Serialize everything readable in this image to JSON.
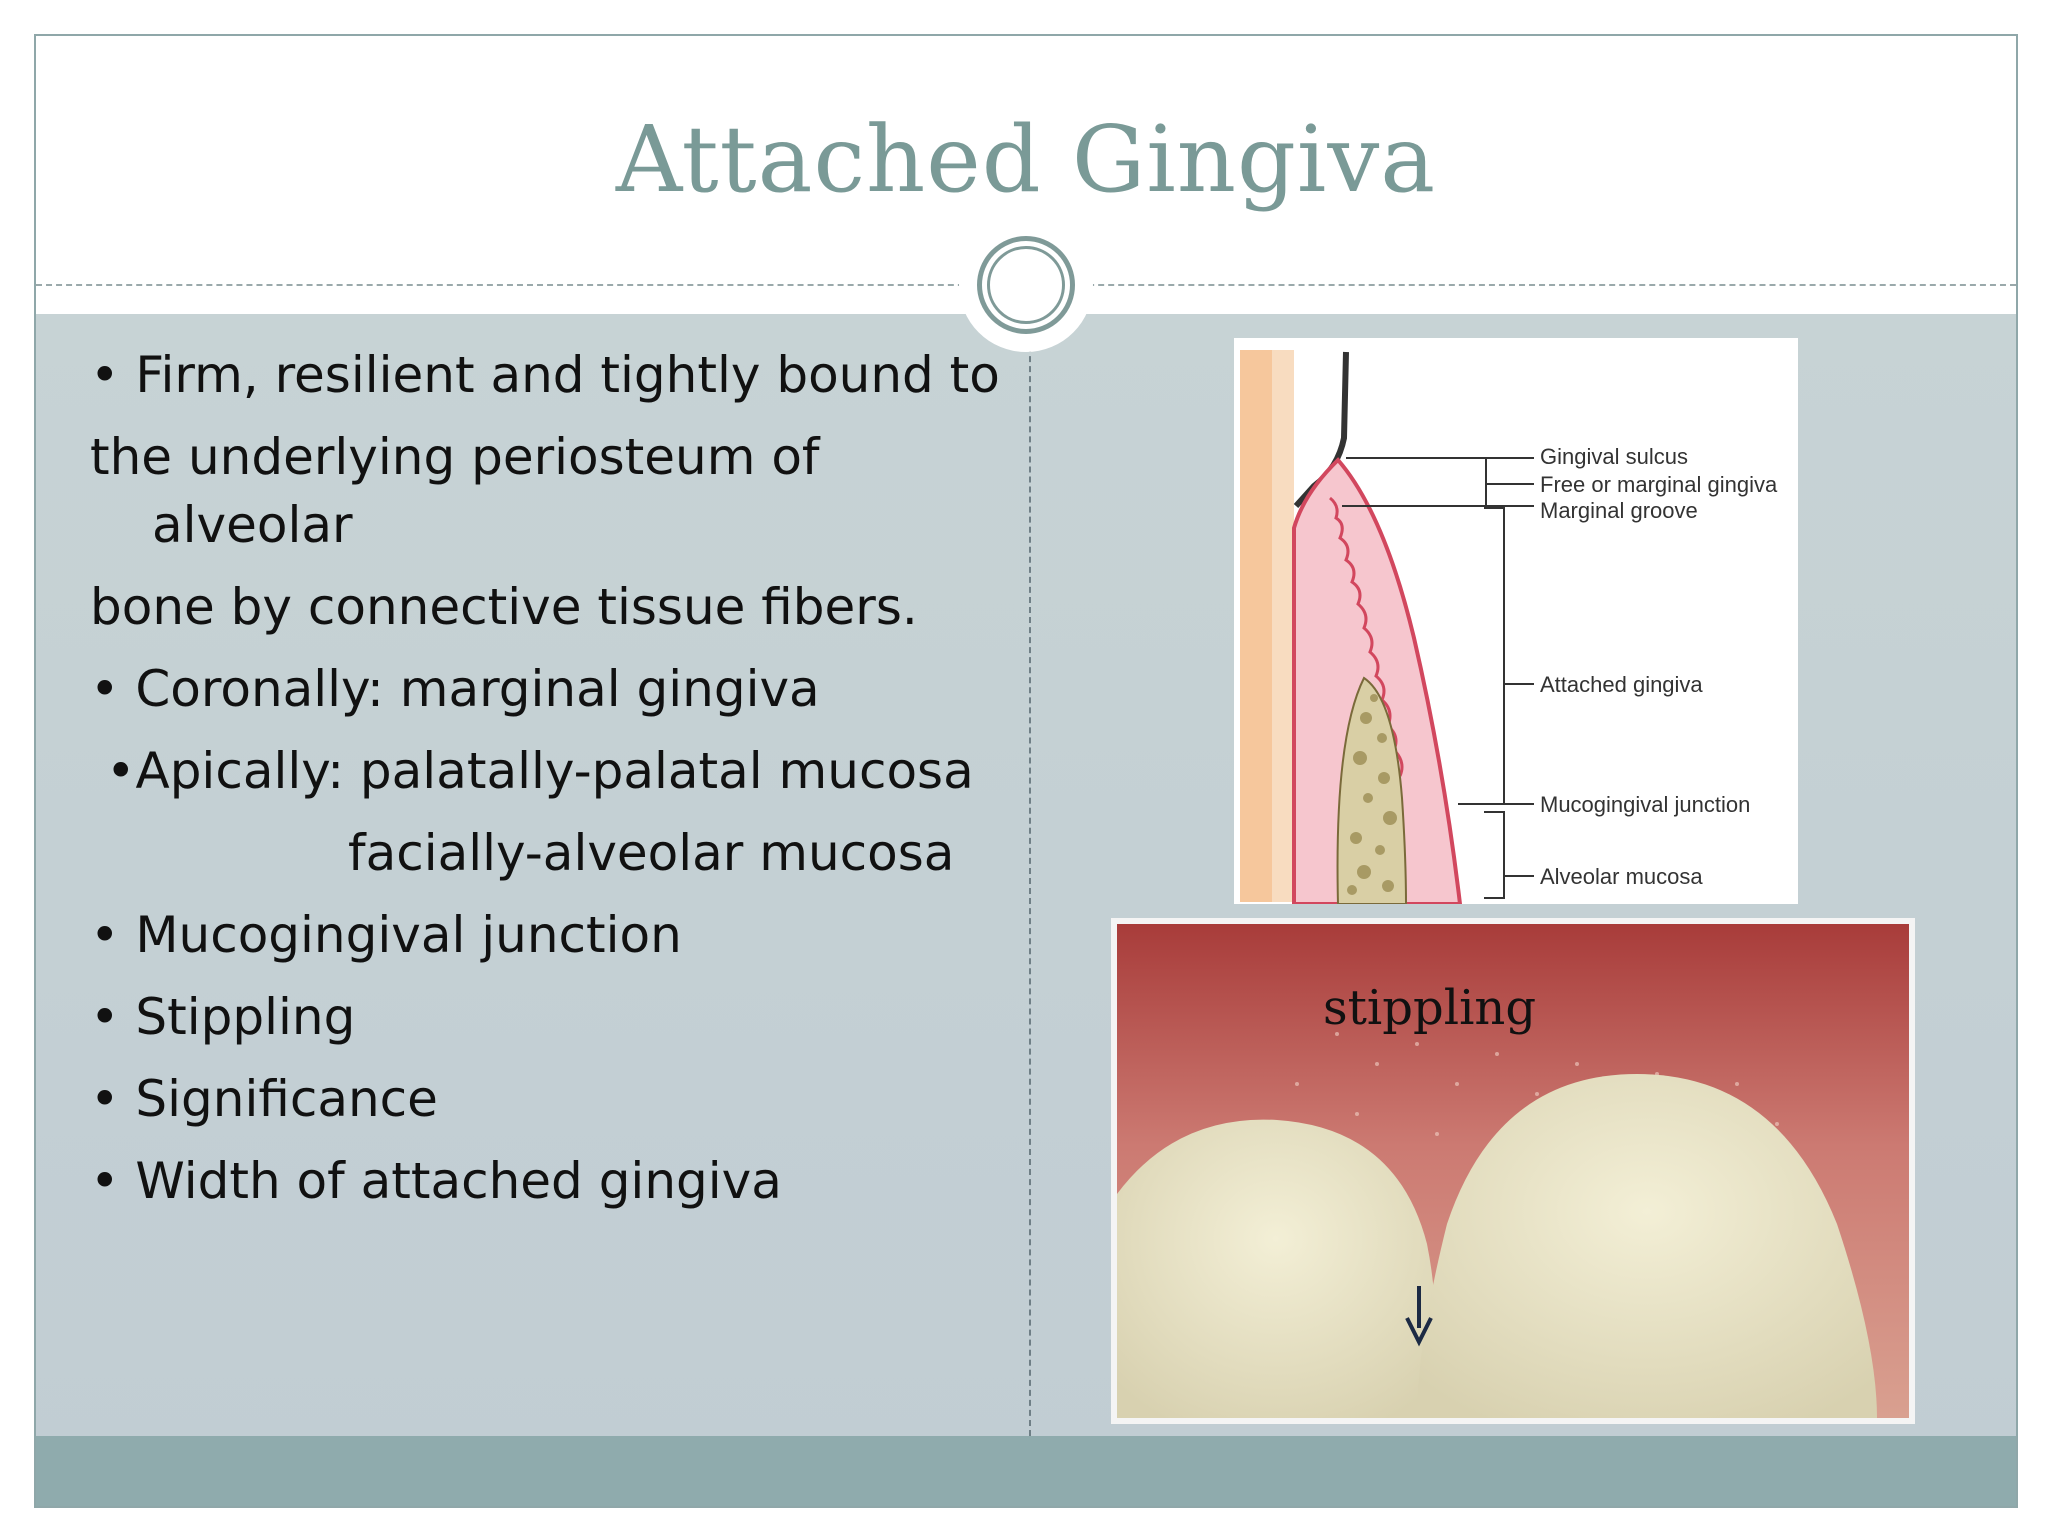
{
  "slide": {
    "title": "Attached Gingiva",
    "bullets": [
      "• Firm, resilient and tightly bound to",
      "the underlying periosteum of",
      "alveolar",
      "bone by connective tissue fibers.",
      "• Coronally: marginal gingiva",
      "•Apically: palatally-palatal mucosa",
      "facially-alveolar mucosa",
      "• Mucogingival junction",
      "• Stippling",
      "• Significance",
      "• Width of attached gingiva"
    ]
  },
  "diagram": {
    "labels": {
      "gingival_sulcus": "Gingival sulcus",
      "free_marginal": "Free or marginal gingiva",
      "marginal_groove": "Marginal groove",
      "attached_gingiva": "Attached gingiva",
      "mucogingival_junction": "Mucogingival junction",
      "alveolar_mucosa": "Alveolar mucosa"
    }
  },
  "photo": {
    "caption": "stippling"
  },
  "colors": {
    "title": "#7a9a97",
    "content_bg": "#c5d1d4",
    "footer": "#8fabad"
  }
}
